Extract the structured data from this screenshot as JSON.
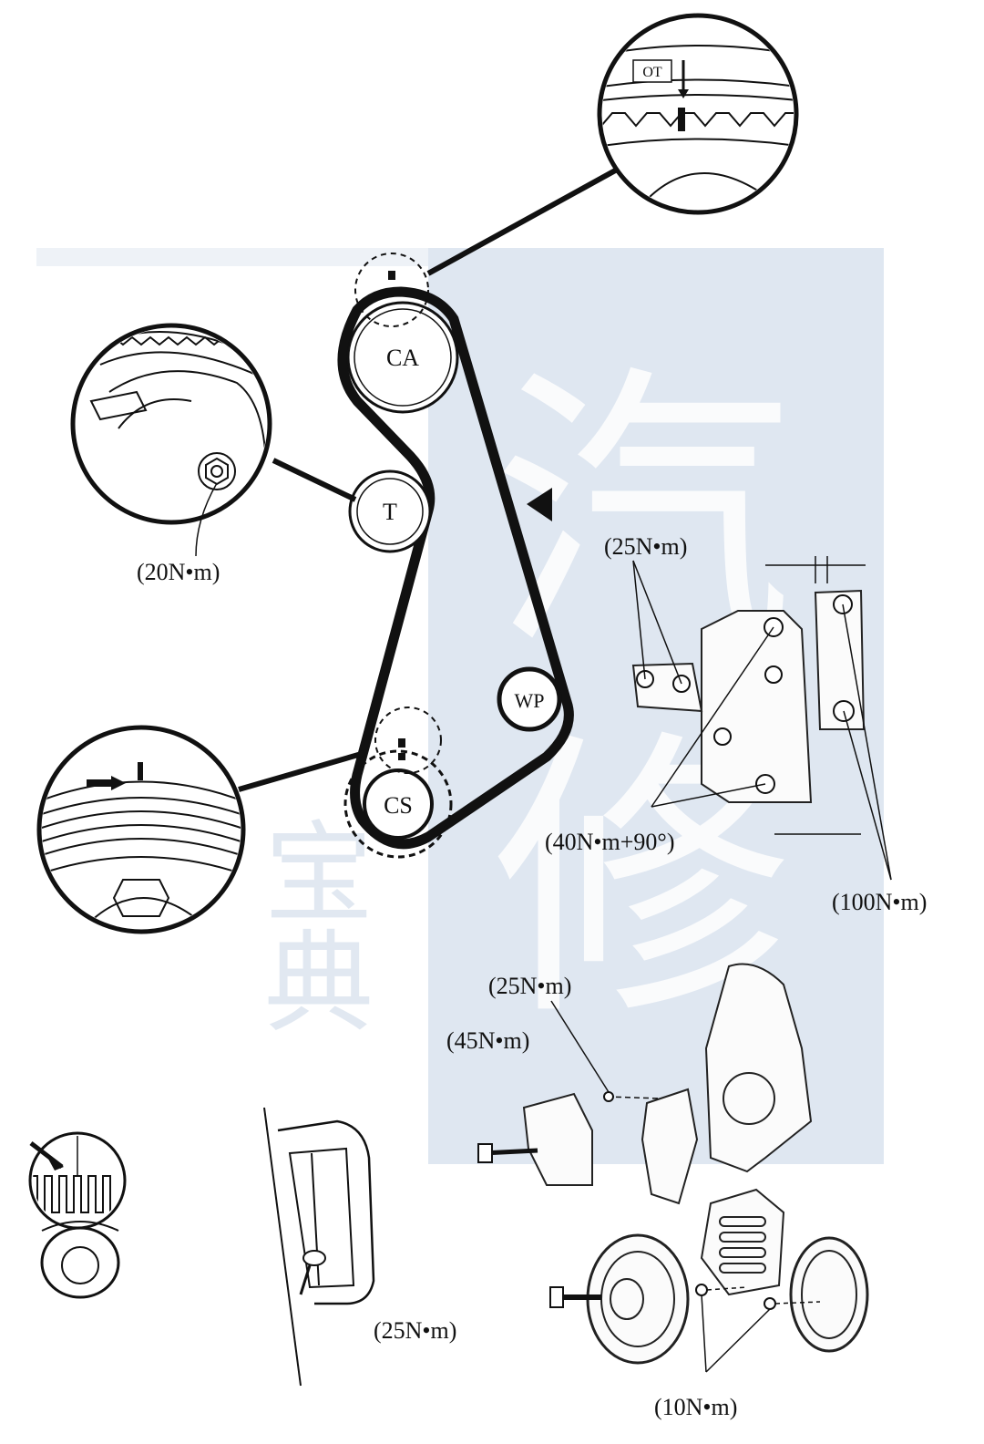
{
  "pulleys": {
    "camshaft": "CA",
    "tensioner": "T",
    "water_pump": "WP",
    "crankshaft": "CS"
  },
  "detail_labels": {
    "cam_mark": "OT"
  },
  "torque_labels": {
    "tensioner_bolt": "(20N•m)",
    "mount_upper": "(25N•m)",
    "mount_lower": "(40N•m+90°)",
    "mount_right": "(100N•m)",
    "bracket_small": "(25N•m)",
    "bracket_bolt": "(45N•m)",
    "cover_bolt": "(25N•m)",
    "lower_cover": "(10N•m)"
  },
  "watermark": {
    "main_char_1": "汽",
    "main_char_2": "修",
    "side_char_1": "宝",
    "side_char_2": "典"
  },
  "colors": {
    "watermark_panel": "#dfe7f1",
    "ink": "#111111"
  }
}
